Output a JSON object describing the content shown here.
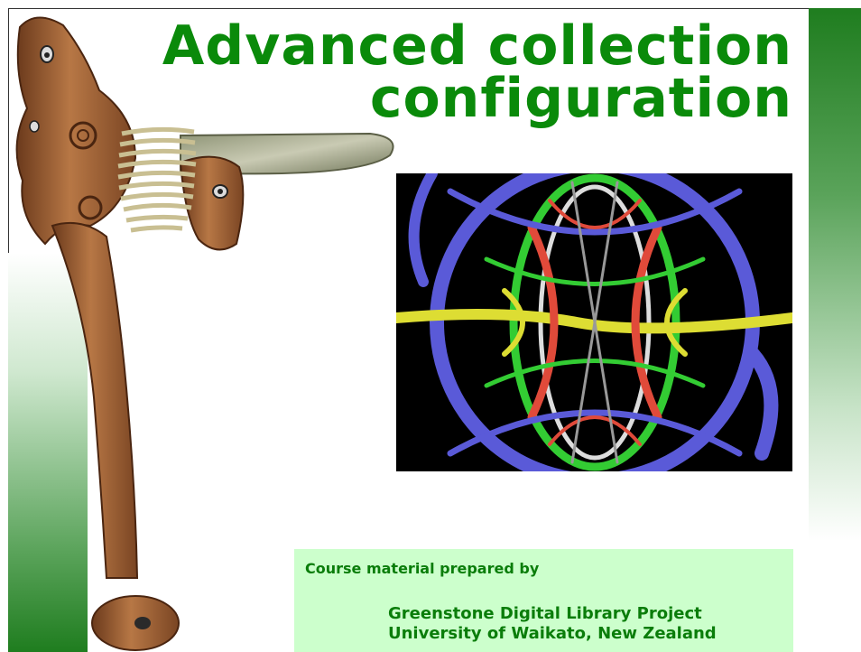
{
  "slide": {
    "title_lines": [
      "Advanced collection",
      "configuration"
    ],
    "credit": {
      "lead": "Course material prepared by",
      "org_lines": [
        "Greenstone Digital Library Project",
        "University of Waikato, New Zealand"
      ]
    },
    "images": {
      "artifact": "carved-wooden-adze-with-greenstone-blade",
      "fractal": "colorful-hyperbolic-fractal-rings"
    },
    "colors": {
      "title": "#0a8a0a",
      "accent_dark": "#1f7d1f",
      "credit_bg": "#ccffcc",
      "credit_text": "#0a7d0a",
      "fractal_bg": "#000000"
    }
  }
}
